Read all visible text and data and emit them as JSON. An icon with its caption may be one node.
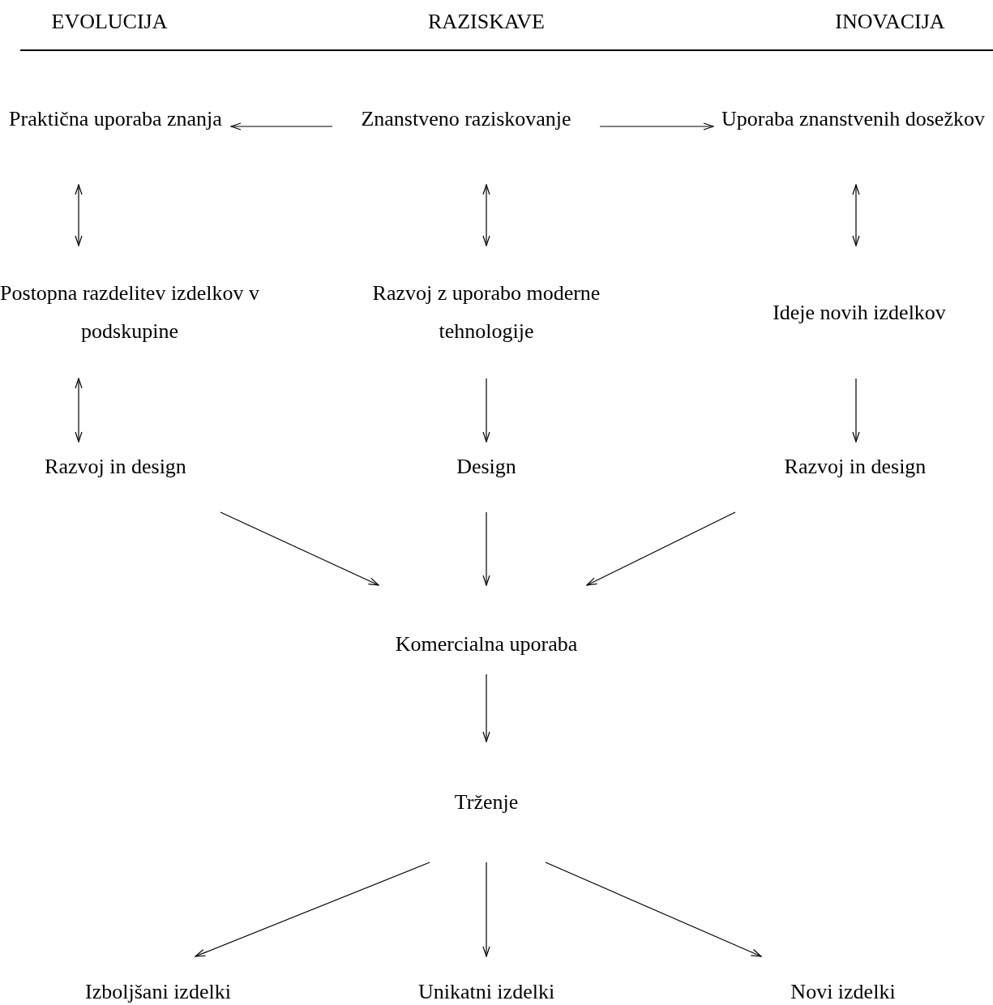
{
  "diagram": {
    "nodes": [
      {
        "text": [
          "Praktična uporaba znanja"
        ]
      },
      {
        "text": [
          "Znanstveno raziskovanje"
        ]
      },
      {
        "text": [
          "Uporaba znanstvenih dosežkov"
        ]
      },
      {
        "text": [
          "Postopna razdelitev izdelkov v podskupine"
        ]
      },
      {
        "text": [
          "Razvoj z uporabo moderne tehnologije"
        ]
      },
      {
        "text": [
          "Ideje novih izdelkov"
        ]
      },
      {
        "text": [
          "Razvoj in design"
        ]
      },
      {
        "text": [
          "Design"
        ]
      },
      {
        "text": [
          "Razvoj in design"
        ]
      },
      {
        "text": [
          "Komercialna uporaba"
        ]
      },
      {
        "text": [
          "Trženje"
        ]
      },
      {
        "text": [
          "Izboljšani izdelki"
        ]
      },
      {
        "text": [
          "Unikatni izdelki"
        ]
      },
      {
        "text": [
          "Novi izdelki"
        ]
      }
    ],
    "edges": [
      {
        "from": 1,
        "to": 0,
        "arrow": "to"
      },
      {
        "from": 1,
        "to": 2,
        "arrow": "to"
      },
      {
        "from": 0,
        "to": 3,
        "arrow": "both"
      },
      {
        "from": 1,
        "to": 4,
        "arrow": "both"
      },
      {
        "from": 2,
        "to": 5,
        "arrow": "both"
      },
      {
        "from": 3,
        "to": 6,
        "arrow": "both"
      },
      {
        "from": 4,
        "to": 7,
        "arrow": "to"
      },
      {
        "from": 5,
        "to": 8,
        "arrow": "to"
      },
      {
        "from": 6,
        "to": 9,
        "arrow": "to"
      },
      {
        "from": 7,
        "to": 9,
        "arrow": "to"
      },
      {
        "from": 8,
        "to": 9,
        "arrow": "to"
      },
      {
        "from": 9,
        "to": 10,
        "arrow": "to"
      },
      {
        "from": 10,
        "to": 11,
        "arrow": "to"
      },
      {
        "from": 10,
        "to": 12,
        "arrow": "to"
      },
      {
        "from": 10,
        "to": 13,
        "arrow": "to"
      }
    ],
    "labels": [
      "EVOLUCIJA",
      "RAZISKAVE",
      "INOVACIJA"
    ]
  }
}
